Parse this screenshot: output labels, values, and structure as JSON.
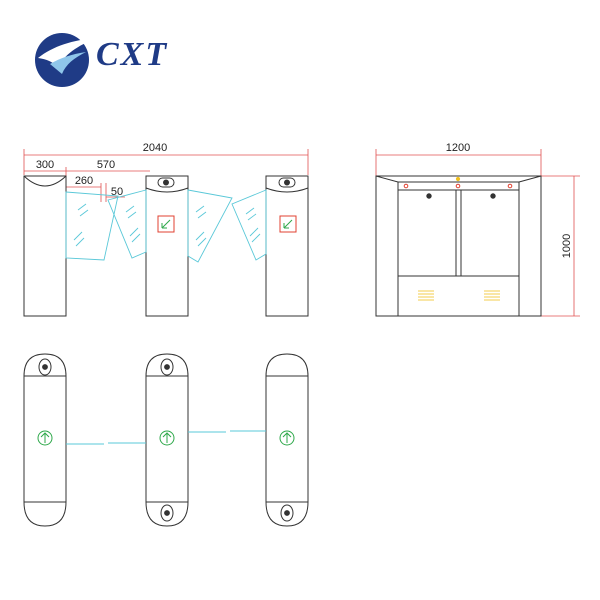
{
  "brand": {
    "name": "CXT",
    "logo_icon": "cxt-swoosh-logo-icon",
    "color": "#1f3b86"
  },
  "colors": {
    "dimension_line": "#e05050",
    "outline": "#333333",
    "glass": "#5ac8d8",
    "arrow_green": "#2ea84a",
    "arrow_red": "#e04030",
    "indicator_yellow": "#f0c020"
  },
  "front_view": {
    "dim_total": "2040",
    "dim_300": "300",
    "dim_570": "570",
    "dim_260": "260",
    "dim_50": "50"
  },
  "side_view": {
    "dim_width": "1200",
    "dim_height": "1000"
  },
  "top_view": {
    "direction_icons": [
      "up-arrow-icon",
      "up-arrow-icon",
      "up-arrow-icon"
    ]
  }
}
